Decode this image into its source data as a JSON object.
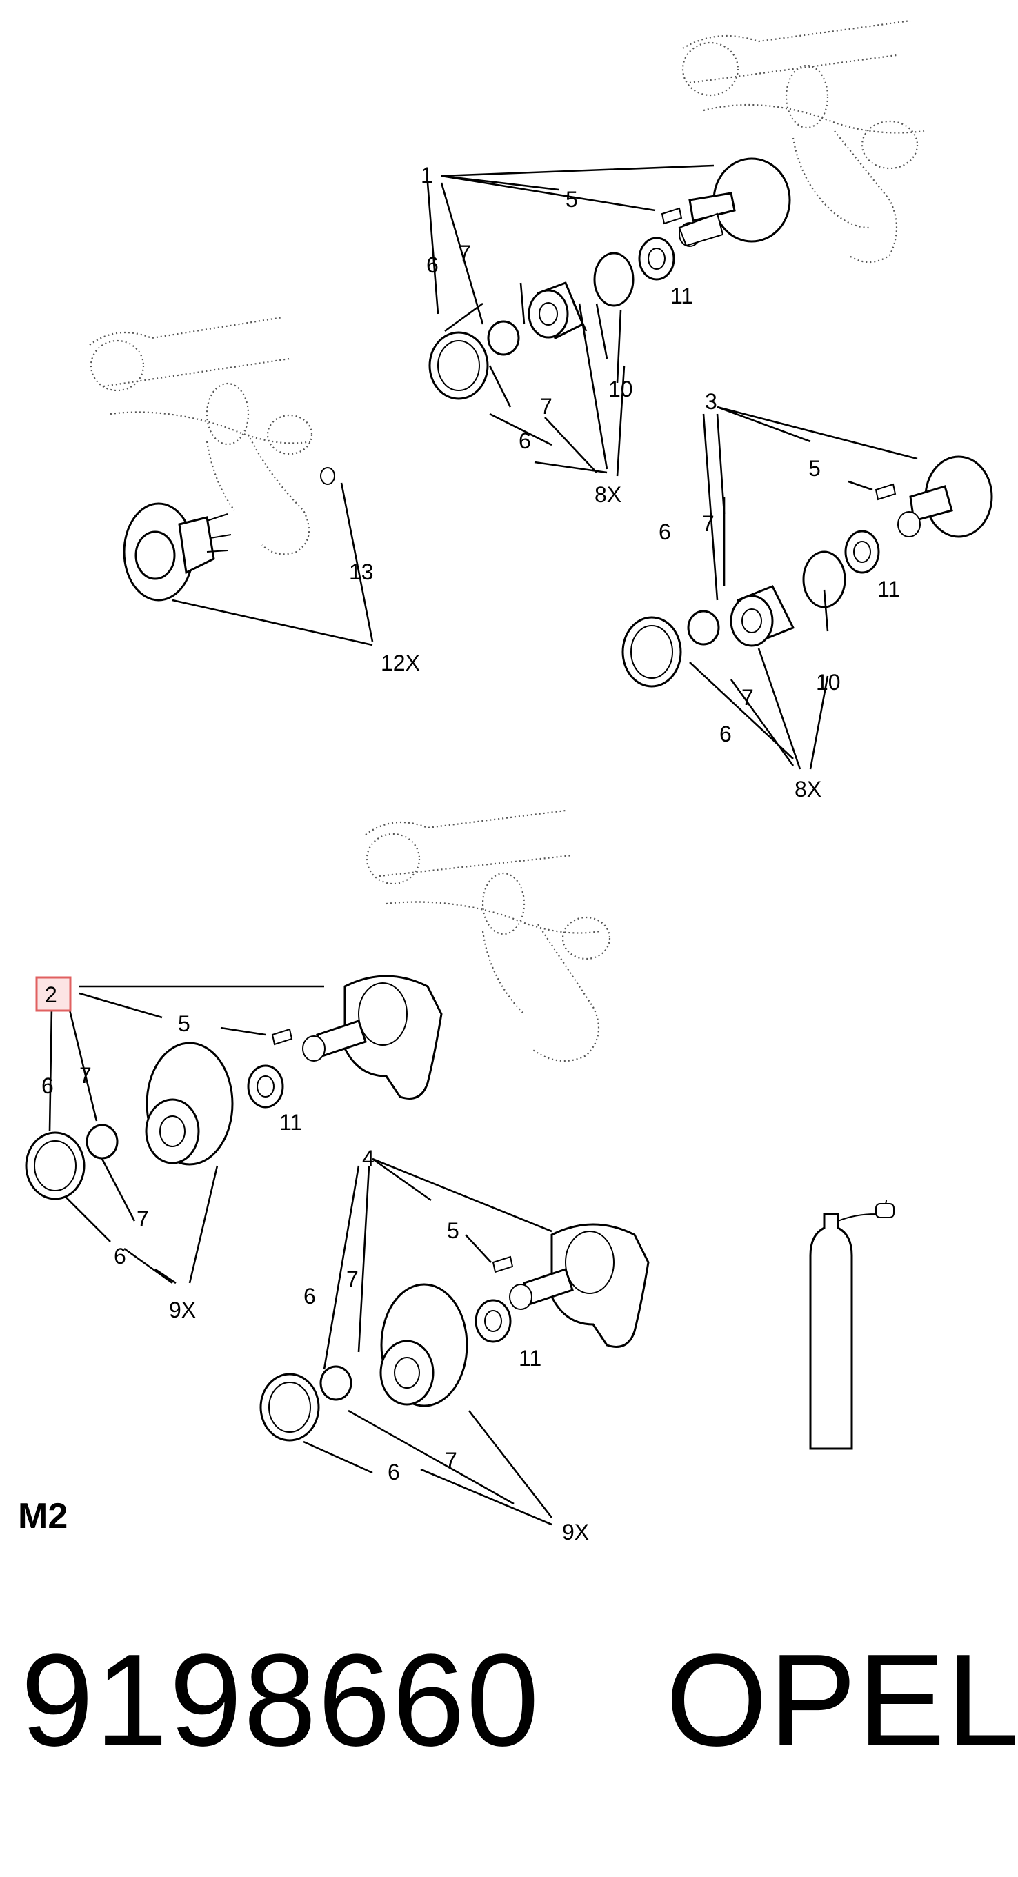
{
  "diagram": {
    "callouts": {
      "top": {
        "group": "1",
        "nut": "5",
        "seal": "6",
        "ring": "7",
        "bearing_clip": "10",
        "spacer": "11",
        "kit": "8X",
        "seal2": "6",
        "ring2": "7"
      },
      "left": {
        "stud": "13",
        "kit": "12X"
      },
      "mid": {
        "group": "3",
        "nut": "5",
        "seal": "6",
        "ring": "7",
        "clip": "10",
        "spacer": "11",
        "kit": "8X",
        "seal2": "6",
        "ring2": "7"
      },
      "lower_left": {
        "group": "2",
        "nut": "5",
        "seal": "6",
        "ring": "7",
        "spacer": "11",
        "kit": "9X",
        "seal2": "6",
        "ring2": "7"
      },
      "lower_right": {
        "group": "4",
        "nut": "5",
        "seal": "6",
        "ring": "7",
        "spacer": "11",
        "kit": "9X",
        "seal2": "6",
        "ring2": "7"
      }
    },
    "highlight_color": "#e06060"
  },
  "section_code": "M2",
  "part_number": "9198660",
  "brand": "OPEL"
}
